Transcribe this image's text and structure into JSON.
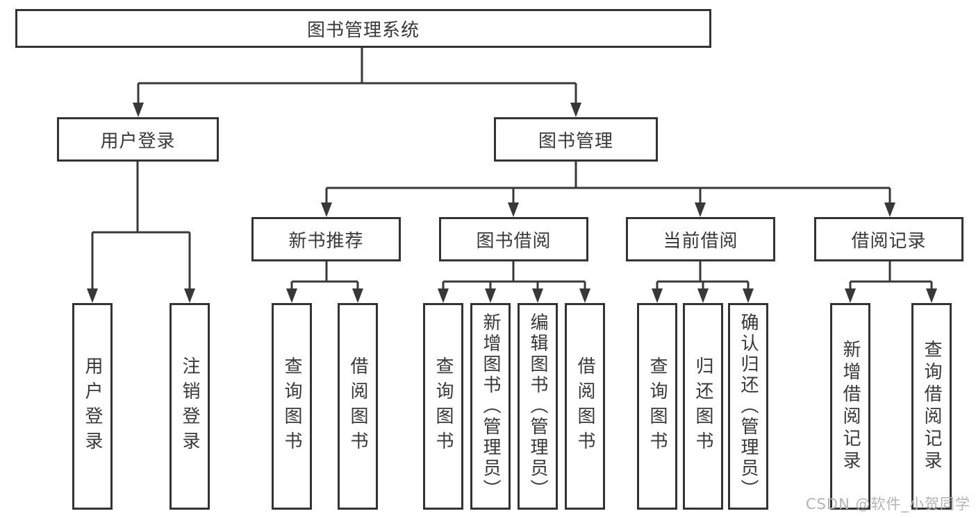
{
  "nodes": {
    "root": "图书管理系统",
    "login": "用户登录",
    "manage": "图书管理",
    "level3": [
      "新书推荐",
      "图书借阅",
      "当前借阅",
      "借阅记录"
    ],
    "login_leaves": [
      "用户登录",
      "注销登录"
    ],
    "recommend_leaves": [
      "查询图书",
      "借阅图书"
    ],
    "borrow_leaves": [
      "查询图书",
      "新增图书（管理员）",
      "编辑图书（管理员）",
      "借阅图书"
    ],
    "current_leaves": [
      "查询图书",
      "归还图书",
      "确认归还（管理员）"
    ],
    "record_leaves": [
      "新增借阅记录",
      "查询借阅记录"
    ]
  },
  "watermark": "CSDN @软件_小贺同学",
  "colors": {
    "line": "#383838",
    "box_border": "#333333",
    "text": "#383838",
    "background": "#ffffff",
    "watermark": "#b3b3b3"
  }
}
